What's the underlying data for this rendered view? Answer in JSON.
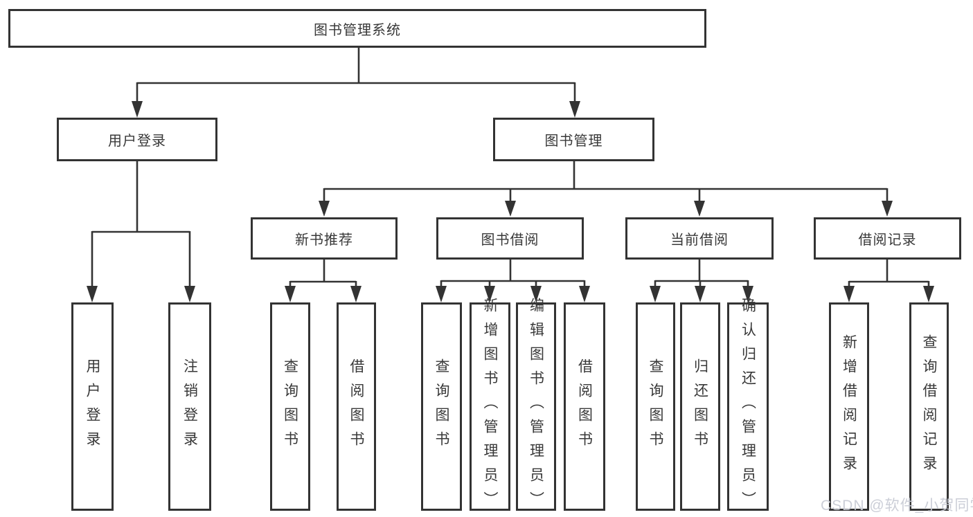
{
  "diagram_title": "图书管理系统",
  "tree": {
    "root": "图书管理系统",
    "children": [
      {
        "label": "用户登录",
        "children": [
          "用户登录",
          "注销登录"
        ]
      },
      {
        "label": "图书管理",
        "children": [
          {
            "label": "新书推荐",
            "children": [
              "查询图书",
              "借阅图书"
            ]
          },
          {
            "label": "图书借阅",
            "children": [
              "查询图书",
              "新增图书（管理员）",
              "编辑图书（管理员）",
              "借阅图书"
            ]
          },
          {
            "label": "当前借阅",
            "children": [
              "查询图书",
              "归还图书",
              "确认归还（管理员）"
            ]
          },
          {
            "label": "借阅记录",
            "children": [
              "新增借阅记录",
              "查询借阅记录"
            ]
          }
        ]
      }
    ]
  },
  "watermark": {
    "text": "CSDN @软件_小贺同学"
  },
  "colors": {
    "background": "#ffffff",
    "box_border": "#333333",
    "text": "#383838",
    "connector_line": "#333333",
    "watermark_text": "#c9ccd5"
  }
}
